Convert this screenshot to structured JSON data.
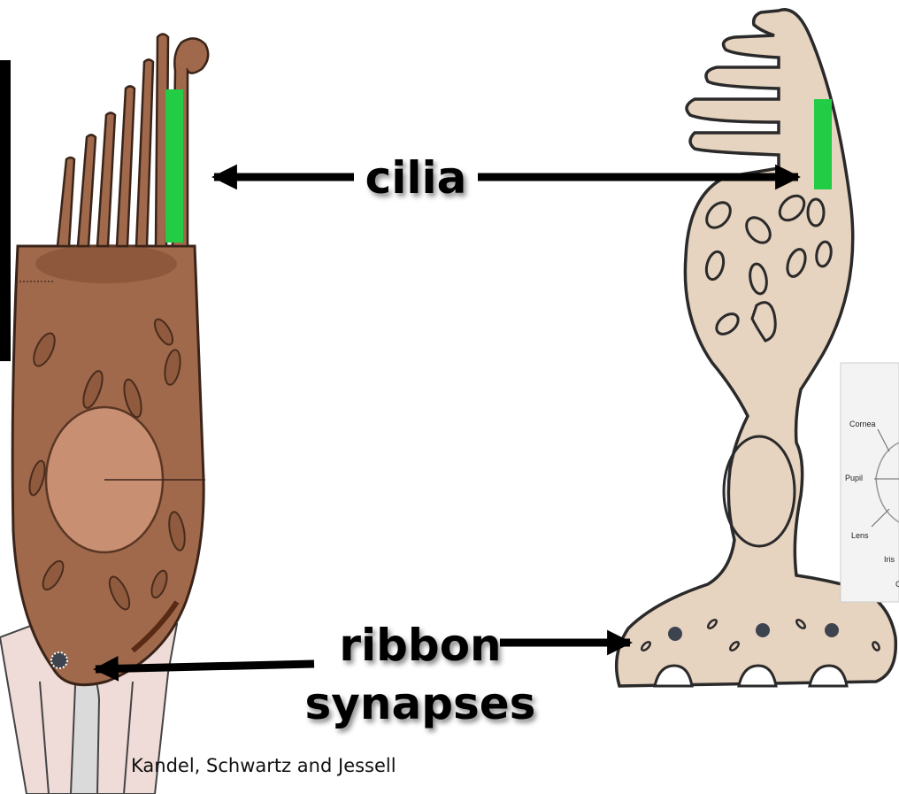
{
  "labels": {
    "cilia": "cilia",
    "ribbon": "ribbon",
    "synapses": "synapses"
  },
  "credit": "Kandel, Schwartz and Jessell",
  "inset": {
    "cornea": "Cornea",
    "pupil": "Pupil",
    "lens": "Lens",
    "iris": "Iris",
    "c": "C"
  },
  "colors": {
    "hair_cell": "#a0694b",
    "hair_cell_dark": "#7d4a31",
    "photoreceptor": "#e6d3c0",
    "cilia_marker": "#22cc44",
    "synapse_dot": "#3d4450",
    "arrow": "#000000"
  }
}
